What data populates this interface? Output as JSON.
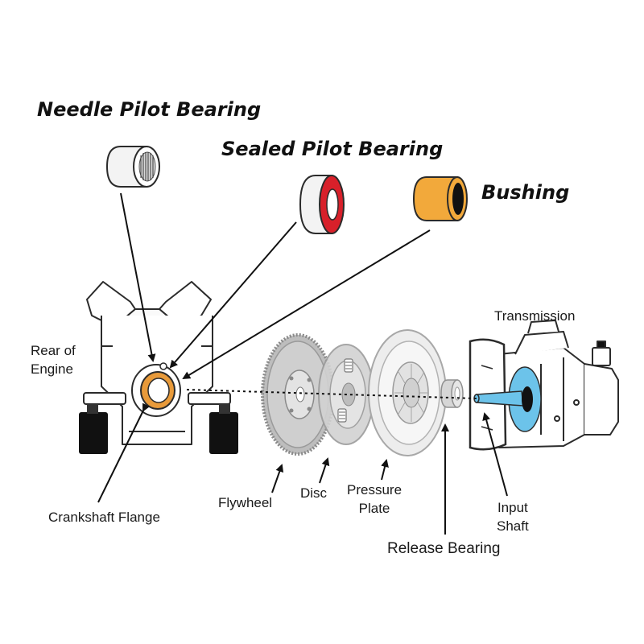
{
  "titles": {
    "needle": "Needle Pilot Bearing",
    "sealed": "Sealed Pilot Bearing",
    "bushing": "Bushing"
  },
  "labels": {
    "rear_line1": "Rear of",
    "rear_line2": "Engine",
    "transmission": "Transmission",
    "crankshaft": "Crankshaft Flange",
    "flywheel": "Flywheel",
    "disc": "Disc",
    "pressure_line1": "Pressure",
    "pressure_line2": "Plate",
    "release": "Release Bearing",
    "input_line1": "Input",
    "input_line2": "Shaft"
  },
  "colors": {
    "outline": "#2b2b2b",
    "sealed_ring": "#d8202a",
    "bushing": "#f2a93b",
    "flange_ring": "#e89a3a",
    "input_shaft": "#6cc3ea",
    "block": "#111111"
  }
}
